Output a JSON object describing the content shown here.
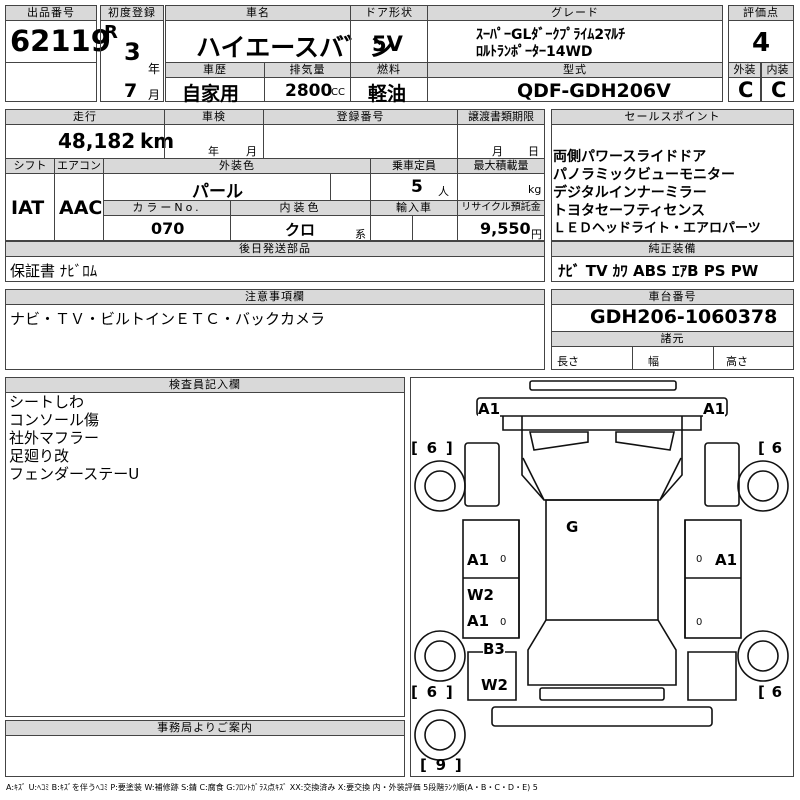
{
  "header": {
    "lot_label": "出品番号",
    "lot_value": "62119",
    "first_reg_label": "初度登録",
    "era": "R",
    "year_value": "3",
    "year_unit": "年",
    "month_value": "7",
    "month_unit": "月",
    "car_name_label": "車名",
    "car_name_value": "ハイエースバ゛ン",
    "door_label": "ドア形状",
    "door_value": "5V",
    "grade_label": "グレード",
    "grade_line1": "ｽｰﾊﾟｰGLﾀﾞｰｸﾌﾟﾗｲﾑ2ﾏﾙﾁ",
    "grade_line2": "ﾛﾙﾄﾗﾝﾎﾟｰﾀｰ14WD",
    "score_label": "評価点",
    "score_value": "4",
    "history_label": "車歴",
    "history_value": "自家用",
    "displacement_label": "排気量",
    "displacement_value": "2800",
    "displacement_unit": "CC",
    "fuel_label": "燃料",
    "fuel_value": "軽油",
    "model_label": "型式",
    "model_value": "QDF-GDH206V",
    "exterior_label": "外装",
    "exterior_value": "C",
    "interior_label": "内装",
    "interior_value": "C"
  },
  "specs": {
    "mileage_label": "走行",
    "mileage_value": "48,182",
    "mileage_unit": "km",
    "inspection_label": "車検",
    "inspection_year_unit": "年",
    "inspection_month_unit": "月",
    "reg_no_label": "登録番号",
    "transfer_label": "譲渡書類期限",
    "transfer_month_unit": "月",
    "transfer_day_unit": "日",
    "shift_label": "シフト",
    "shift_value": "IAT",
    "ac_label": "エアコン",
    "ac_value": "AAC",
    "ext_color_label": "外装色",
    "ext_color_value": "パール",
    "capacity_label": "乗車定員",
    "capacity_value": "5",
    "capacity_unit": "人",
    "max_load_label": "最大積載量",
    "max_load_unit": "kg",
    "color_no_label": "カラーNo.",
    "color_no_value": "070",
    "int_color_label": "内装色",
    "int_color_value": "クロ",
    "int_color_unit": "系",
    "import_label": "輸入車",
    "recycle_label": "リサイクル預託金",
    "recycle_value": "9,550",
    "recycle_unit": "円",
    "later_items_label": "後日発送部品",
    "later_items_value": "保証書 ﾅﾋﾞﾛﾑ"
  },
  "sales": {
    "label": "セールスポイント",
    "points": [
      "両側パワースライドドア",
      "パノラミックビューモニター",
      "デジタルインナーミラー",
      "トヨタセーフティセンス",
      "ＬＥＤヘッドライト・エアロパーツ"
    ],
    "equipment_label": "純正装備",
    "equipment_value": "ﾅﾋﾞ TV ｶﾜ ABS ｴｱB PS PW"
  },
  "notes": {
    "label": "注意事項欄",
    "value": "ナビ・ＴＶ・ビルトインＥＴＣ・バックカメラ"
  },
  "chassis": {
    "label": "車台番号",
    "value": "GDH206-1060378",
    "specs_label": "諸元",
    "length_label": "長さ",
    "width_label": "幅",
    "height_label": "高さ"
  },
  "inspector": {
    "label": "検査員記入欄",
    "lines": [
      "シートしわ",
      "コンソール傷",
      "社外マフラー",
      "足廻り改",
      "フェンダーステーU"
    ]
  },
  "office": {
    "label": "事務局よりご案内"
  },
  "diagram": {
    "marks": {
      "front_left": "A1",
      "front_right": "A1",
      "tire_fl": "6",
      "tire_fr": "6",
      "roof": "G",
      "left_1": "A1",
      "right_1": "A1",
      "left_2": "W2",
      "left_3": "A1",
      "left_4": "B3",
      "left_5": "W2",
      "tire_rl": "6",
      "tire_rr": "6",
      "spare": "9"
    }
  },
  "legend": "A:ｷｽﾞ U:ﾍｺﾐ B:ｷｽﾞを伴うﾍｺﾐ P:要塗装 W:補修跡 S:錆 C:腐食 G:ﾌﾛﾝﾄｶﾞﾗｽ点ｷｽﾞ XX:交換済み X:要交換 内・外装評価 5段階ﾗﾝｸ順(A・B・C・D・E) 5"
}
